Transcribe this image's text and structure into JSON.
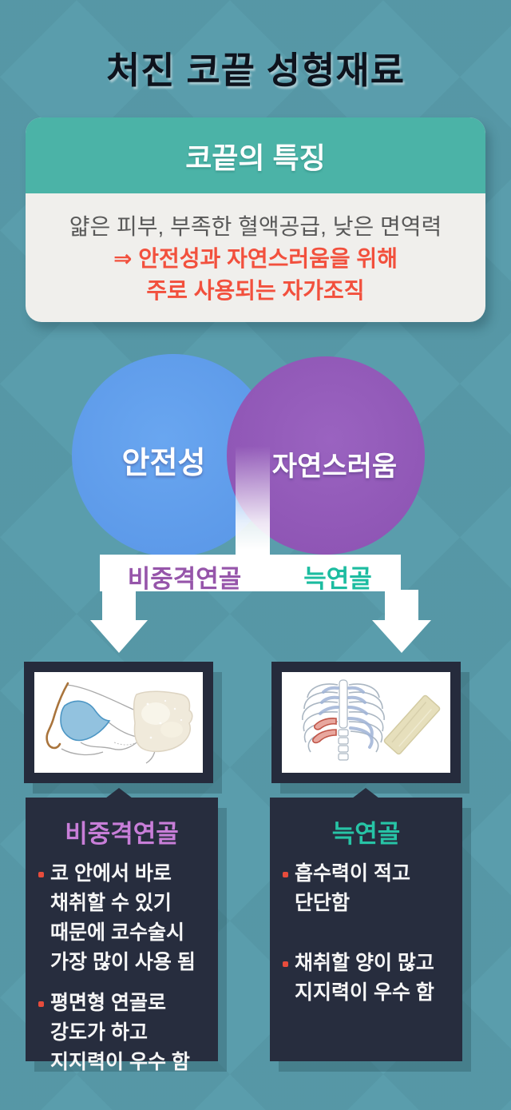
{
  "page": {
    "title": "처진 코끝 성형재료",
    "background_color": "#5A9DAC"
  },
  "feature_card": {
    "header": "코끝의 특징",
    "header_color": "#4BB3A7",
    "line1": "얇은 피부, 부족한 혈액공급, 낮은 면역력",
    "line2": "⇒ 안전성과 자연스러움을 위해",
    "line3": "주로 사용되는 자가조직",
    "highlight_color": "#F2503D"
  },
  "venn": {
    "left_label": "안전성",
    "left_color": "#5F9BEB",
    "right_label": "자연스러움",
    "right_color": "#8E54B4"
  },
  "branch": {
    "left_label": "비중격연골",
    "left_color": "#9655AA",
    "right_label": "늑연골",
    "right_color": "#1CBCA0"
  },
  "frames": {
    "left_image": "nasal-septum-diagram-with-septal-cartilage-photo",
    "right_image": "ribcage-diagram-with-rib-cartilage-strip-photo",
    "border_color": "#252B3C"
  },
  "cards": {
    "left": {
      "title": "비중격연골",
      "title_color": "#C87ED8",
      "bullets": [
        "코 안에서 바로\n채취할 수 있기\n때문에 코수술시\n가장 많이 사용 됨",
        "평면형 연골로\n강도가 하고\n지지력이 우수 함"
      ]
    },
    "right": {
      "title": "늑연골",
      "title_color": "#27C4A6",
      "bullets": [
        "흡수력이 적고\n단단함",
        "채취할 양이 많고\n지지력이 우수 함"
      ]
    },
    "bullet_color": "#E74C3C",
    "card_color": "#272D3E"
  }
}
